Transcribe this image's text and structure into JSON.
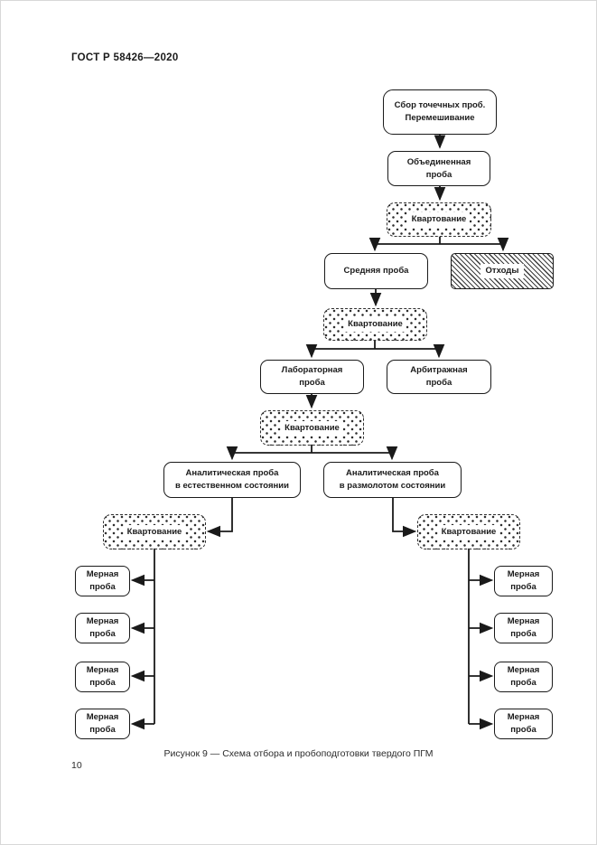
{
  "page": {
    "header": "ГОСТ Р 58426—2020",
    "page_number": "10",
    "figure_caption": "Рисунок 9 — Схема отбора и пробоподготовки твердого ПГМ"
  },
  "diagram": {
    "nodes": {
      "collect": "Сбор точечных проб.\nПеремешивание",
      "combined": "Объединенная\nпроба",
      "quartering": "Квартование",
      "average": "Средняя проба",
      "waste": "Отходы",
      "laboratory": "Лабораторная\nпроба",
      "arbitration": "Арбитражная\nпроба",
      "analytical_natural": "Аналитическая проба\nв естественном состоянии",
      "analytical_ground": "Аналитическая проба\nв размолотом состоянии",
      "measured": "Мерная\nпроба"
    },
    "colors": {
      "line": "#1a1a1a",
      "box_border": "#1a1a1a",
      "background": "#ffffff"
    }
  }
}
